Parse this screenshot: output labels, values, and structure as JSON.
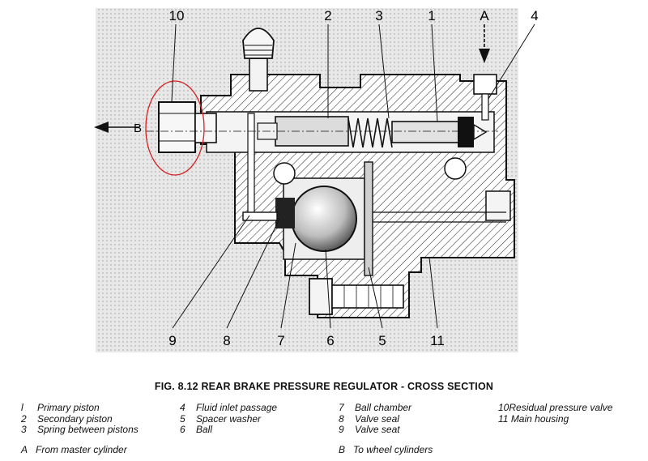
{
  "figure": {
    "callouts": [
      {
        "id": "c10",
        "text": "10"
      },
      {
        "id": "c2",
        "text": "2"
      },
      {
        "id": "c3",
        "text": "3"
      },
      {
        "id": "c1",
        "text": "1"
      },
      {
        "id": "cA",
        "text": "A"
      },
      {
        "id": "c4",
        "text": "4"
      },
      {
        "id": "cB",
        "text": "B"
      },
      {
        "id": "c9",
        "text": "9"
      },
      {
        "id": "c8",
        "text": "8"
      },
      {
        "id": "c7",
        "text": "7"
      },
      {
        "id": "c6",
        "text": "6"
      },
      {
        "id": "c5",
        "text": "5"
      },
      {
        "id": "c11",
        "text": "11"
      }
    ],
    "highlight_color": "#d42020"
  },
  "caption": "FIG. 8.12 REAR BRAKE PRESSURE REGULATOR - CROSS SECTION",
  "legend": {
    "col1": [
      {
        "key": "l",
        "text": "Primary piston"
      },
      {
        "key": "2",
        "text": "Secondary piston"
      },
      {
        "key": "3",
        "text": "Spring between pistons"
      }
    ],
    "col2": [
      {
        "key": "4",
        "text": "Fluid inlet passage"
      },
      {
        "key": "5",
        "text": "Spacer washer"
      },
      {
        "key": "6",
        "text": "Ball"
      }
    ],
    "col3": [
      {
        "key": "7",
        "text": "Ball chamber"
      },
      {
        "key": "8",
        "text": "Valve seal"
      },
      {
        "key": "9",
        "text": "Valve seat"
      }
    ],
    "col4": [
      {
        "key": "10",
        "text": "Residual pressure valve"
      },
      {
        "key": "11",
        "text": "Main housing"
      }
    ],
    "A": {
      "key": "A",
      "text": "From master cylinder"
    },
    "B": {
      "key": "B",
      "text": "To wheel cylinders"
    }
  }
}
